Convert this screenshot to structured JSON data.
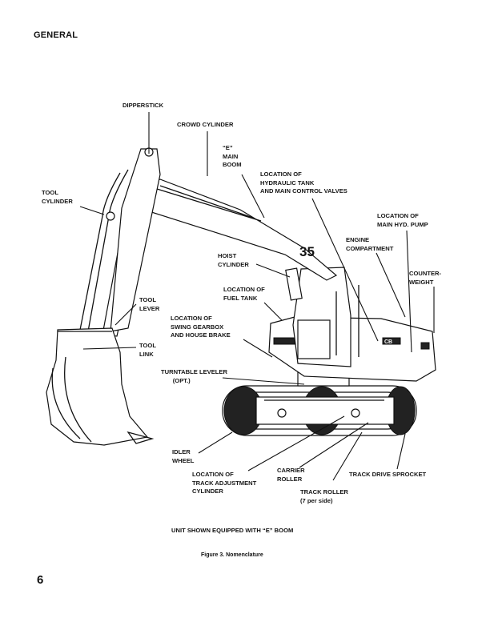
{
  "header": {
    "section": "GENERAL"
  },
  "figure": {
    "boom_number": "35",
    "cab_badge": "CB",
    "labels": {
      "dipperstick": "DIPPERSTICK",
      "crowd_cylinder": "CROWD CYLINDER",
      "e_main_boom": "“E”\nMAIN\nBOOM",
      "hydraulic_tank": "LOCATION OF\nHYDRAULIC TANK\nAND MAIN CONTROL VALVES",
      "tool_cylinder": "TOOL\nCYLINDER",
      "main_hyd_pump": "LOCATION OF\nMAIN HYD. PUMP",
      "engine_compartment": "ENGINE\nCOMPARTMENT",
      "hoist_cylinder": "HOIST\nCYLINDER",
      "counterweight": "COUNTER-\nWEIGHT",
      "fuel_tank": "LOCATION OF\nFUEL TANK",
      "tool_lever": "TOOL\nLEVER",
      "swing_gearbox": "LOCATION OF\nSWING GEARBOX\nAND HOUSE BRAKE",
      "tool_link": "TOOL\nLINK",
      "turntable_leveler": "TURNTABLE LEVELER\n       (OPT.)",
      "idler_wheel": "IDLER\nWHEEL",
      "track_adjustment": "LOCATION OF\nTRACK ADJUSTMENT\nCYLINDER",
      "carrier_roller": "CARRIER\nROLLER",
      "track_drive_sprocket": "TRACK DRIVE SPROCKET",
      "track_roller": "TRACK ROLLER\n(7 per side)"
    },
    "note": "UNIT SHOWN EQUIPPED WITH “E” BOOM",
    "caption": "Figure 3. Nomenclature"
  },
  "footer": {
    "page_number": "6"
  }
}
